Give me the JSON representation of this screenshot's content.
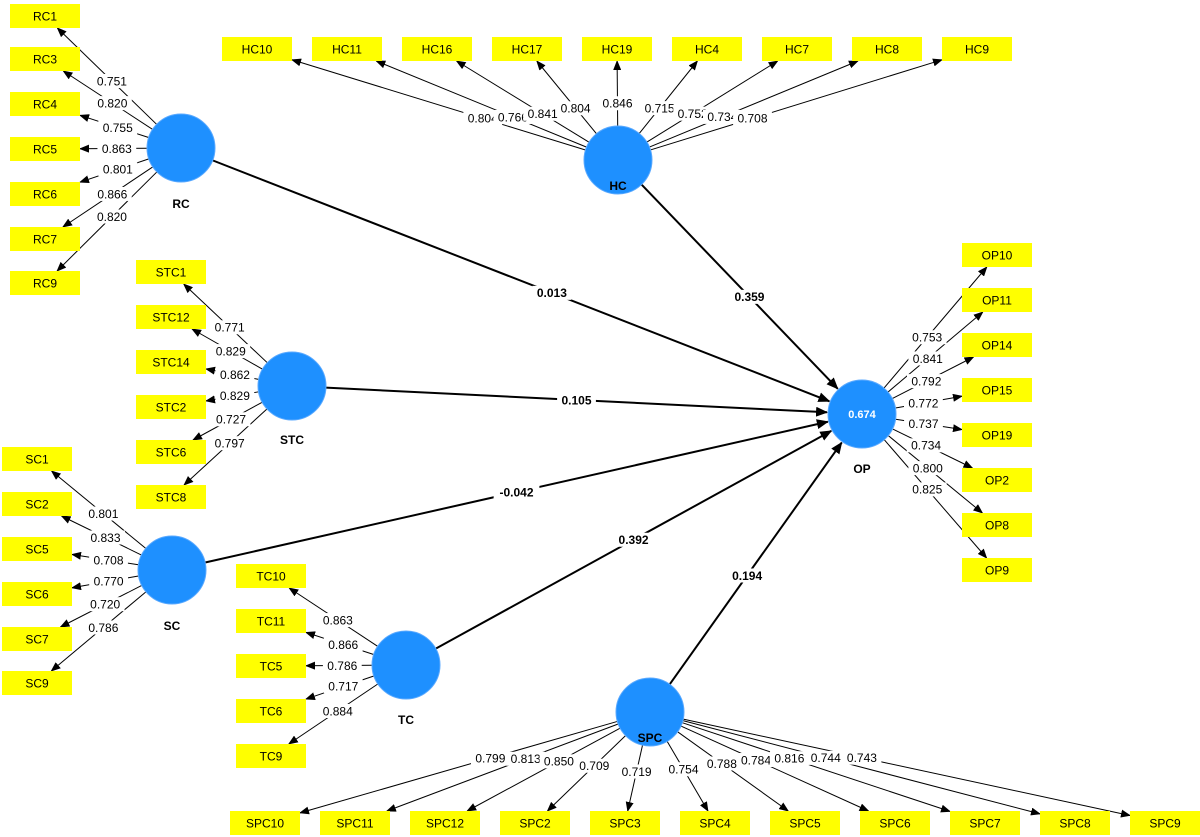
{
  "colors": {
    "construct": "#1e90ff",
    "indicator": "#ffff00",
    "line": "#000000"
  },
  "constructs": [
    {
      "id": "RC",
      "label": "RC",
      "r2": ""
    },
    {
      "id": "HC",
      "label": "HC",
      "r2": ""
    },
    {
      "id": "STC",
      "label": "STC",
      "r2": ""
    },
    {
      "id": "SC",
      "label": "SC",
      "r2": ""
    },
    {
      "id": "TC",
      "label": "TC",
      "r2": ""
    },
    {
      "id": "SPC",
      "label": "SPC",
      "r2": ""
    },
    {
      "id": "OP",
      "label": "OP",
      "r2": "0.674"
    }
  ],
  "indicators": [
    {
      "id": "RC1",
      "construct": "RC",
      "loading": "0.751"
    },
    {
      "id": "RC3",
      "construct": "RC",
      "loading": "0.820"
    },
    {
      "id": "RC4",
      "construct": "RC",
      "loading": "0.755"
    },
    {
      "id": "RC5",
      "construct": "RC",
      "loading": "0.863"
    },
    {
      "id": "RC6",
      "construct": "RC",
      "loading": "0.801"
    },
    {
      "id": "RC7",
      "construct": "RC",
      "loading": "0.866"
    },
    {
      "id": "RC9",
      "construct": "RC",
      "loading": "0.820"
    },
    {
      "id": "HC10",
      "construct": "HC",
      "loading": "0.804"
    },
    {
      "id": "HC11",
      "construct": "HC",
      "loading": "0.766"
    },
    {
      "id": "HC16",
      "construct": "HC",
      "loading": "0.841"
    },
    {
      "id": "HC17",
      "construct": "HC",
      "loading": "0.804"
    },
    {
      "id": "HC19",
      "construct": "HC",
      "loading": "0.846"
    },
    {
      "id": "HC4",
      "construct": "HC",
      "loading": "0.715"
    },
    {
      "id": "HC7",
      "construct": "HC",
      "loading": "0.752"
    },
    {
      "id": "HC8",
      "construct": "HC",
      "loading": "0.734"
    },
    {
      "id": "HC9",
      "construct": "HC",
      "loading": "0.708"
    },
    {
      "id": "STC1",
      "construct": "STC",
      "loading": "0.771"
    },
    {
      "id": "STC12",
      "construct": "STC",
      "loading": "0.829"
    },
    {
      "id": "STC14",
      "construct": "STC",
      "loading": "0.862"
    },
    {
      "id": "STC2",
      "construct": "STC",
      "loading": "0.829"
    },
    {
      "id": "STC6",
      "construct": "STC",
      "loading": "0.727"
    },
    {
      "id": "STC8",
      "construct": "STC",
      "loading": "0.797"
    },
    {
      "id": "SC1",
      "construct": "SC",
      "loading": "0.801"
    },
    {
      "id": "SC2",
      "construct": "SC",
      "loading": "0.833"
    },
    {
      "id": "SC5",
      "construct": "SC",
      "loading": "0.708"
    },
    {
      "id": "SC6",
      "construct": "SC",
      "loading": "0.770"
    },
    {
      "id": "SC7",
      "construct": "SC",
      "loading": "0.720"
    },
    {
      "id": "SC9",
      "construct": "SC",
      "loading": "0.786"
    },
    {
      "id": "TC10",
      "construct": "TC",
      "loading": "0.863"
    },
    {
      "id": "TC11",
      "construct": "TC",
      "loading": "0.866"
    },
    {
      "id": "TC5",
      "construct": "TC",
      "loading": "0.786"
    },
    {
      "id": "TC6",
      "construct": "TC",
      "loading": "0.717"
    },
    {
      "id": "TC9",
      "construct": "TC",
      "loading": "0.884"
    },
    {
      "id": "OP10",
      "construct": "OP",
      "loading": "0.753"
    },
    {
      "id": "OP11",
      "construct": "OP",
      "loading": "0.841"
    },
    {
      "id": "OP14",
      "construct": "OP",
      "loading": "0.792"
    },
    {
      "id": "OP15",
      "construct": "OP",
      "loading": "0.772"
    },
    {
      "id": "OP19",
      "construct": "OP",
      "loading": "0.737"
    },
    {
      "id": "OP2",
      "construct": "OP",
      "loading": "0.734"
    },
    {
      "id": "OP8",
      "construct": "OP",
      "loading": "0.800"
    },
    {
      "id": "OP9",
      "construct": "OP",
      "loading": "0.825"
    },
    {
      "id": "SPC10",
      "construct": "SPC",
      "loading": "0.799"
    },
    {
      "id": "SPC11",
      "construct": "SPC",
      "loading": "0.813"
    },
    {
      "id": "SPC12",
      "construct": "SPC",
      "loading": "0.850"
    },
    {
      "id": "SPC2",
      "construct": "SPC",
      "loading": "0.709"
    },
    {
      "id": "SPC3",
      "construct": "SPC",
      "loading": "0.719"
    },
    {
      "id": "SPC4",
      "construct": "SPC",
      "loading": "0.754"
    },
    {
      "id": "SPC5",
      "construct": "SPC",
      "loading": "0.788"
    },
    {
      "id": "SPC6",
      "construct": "SPC",
      "loading": "0.784"
    },
    {
      "id": "SPC7",
      "construct": "SPC",
      "loading": "0.816"
    },
    {
      "id": "SPC8",
      "construct": "SPC",
      "loading": "0.744"
    },
    {
      "id": "SPC9",
      "construct": "SPC",
      "loading": "0.743"
    }
  ],
  "paths": [
    {
      "from": "RC",
      "to": "OP",
      "coef": "0.013"
    },
    {
      "from": "HC",
      "to": "OP",
      "coef": "0.359"
    },
    {
      "from": "STC",
      "to": "OP",
      "coef": "0.105"
    },
    {
      "from": "SC",
      "to": "OP",
      "coef": "-0.042"
    },
    {
      "from": "TC",
      "to": "OP",
      "coef": "0.392"
    },
    {
      "from": "SPC",
      "to": "OP",
      "coef": "0.194"
    }
  ]
}
